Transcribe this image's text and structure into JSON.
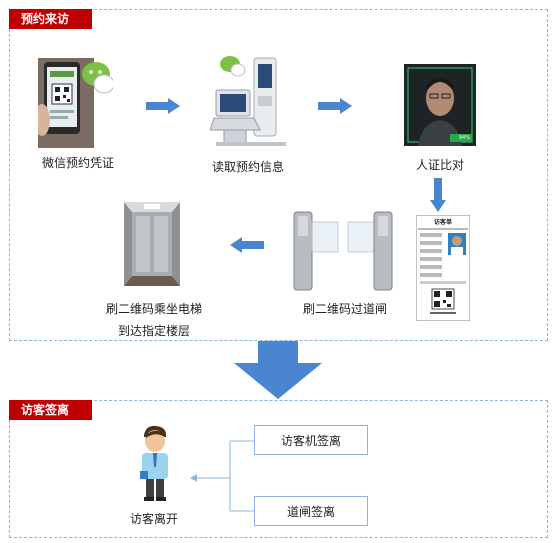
{
  "sections": {
    "appointment": "预约来访",
    "checkout": "访客签离"
  },
  "steps": {
    "wechat_credential": "微信预约凭证",
    "read_info": "读取预约信息",
    "face_compare": "人证比对",
    "gate_qr": "刷二维码过道闸",
    "elevator_line1": "刷二维码乘坐电梯",
    "elevator_line2": "到达指定楼层"
  },
  "checkout": {
    "kiosk_signout": "访客机签离",
    "gate_signout": "道闸签离",
    "visitor_leave": "访客离开"
  },
  "visitor_pass": {
    "title": "访客单",
    "face_score": "94%"
  },
  "colors": {
    "tag_red": "#c00000",
    "arrow_blue": "#4a86d0",
    "panel_border": "#8fb4de"
  }
}
